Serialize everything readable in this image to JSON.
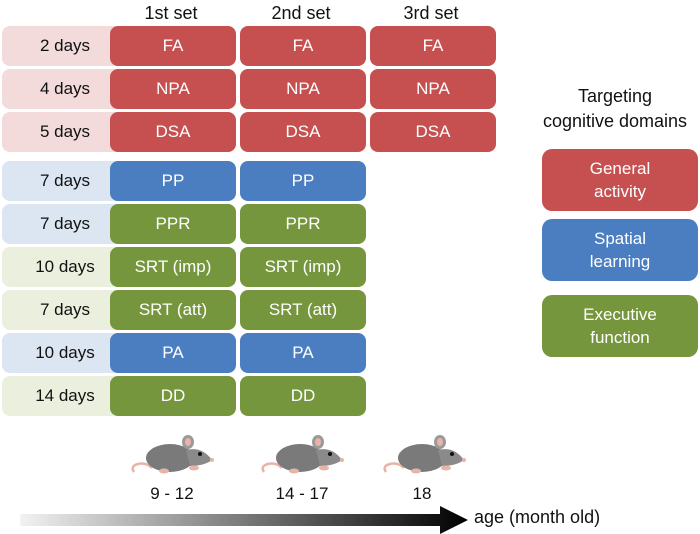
{
  "set_headers": [
    "1st set",
    "2nd set",
    "3rd set"
  ],
  "colors": {
    "general_activity": "#c5504f",
    "spatial_learning": "#4a7ec0",
    "executive_function": "#76963d",
    "day_pink": "#f3dadb",
    "day_blue": "#dce6f2",
    "day_green": "#ebf0de"
  },
  "tests": [
    {
      "days": "2 days",
      "test": "FA",
      "domain": "general_activity",
      "sets": [
        1,
        2,
        3
      ]
    },
    {
      "days": "4 days",
      "test": "NPA",
      "domain": "general_activity",
      "sets": [
        1,
        2,
        3
      ]
    },
    {
      "days": "5 days",
      "test": "DSA",
      "domain": "general_activity",
      "sets": [
        1,
        2,
        3
      ]
    },
    {
      "days": "7 days",
      "test": "PP",
      "domain": "spatial_learning",
      "sets": [
        1,
        2
      ]
    },
    {
      "days": "7 days",
      "test": "PPR",
      "domain": "executive_function",
      "sets": [
        1,
        2
      ]
    },
    {
      "days": "10 days",
      "test": "SRT (imp)",
      "domain": "executive_function",
      "sets": [
        1,
        2
      ]
    },
    {
      "days": "7 days",
      "test": "SRT (att)",
      "domain": "executive_function",
      "sets": [
        1,
        2
      ]
    },
    {
      "days": "10 days",
      "test": "PA",
      "domain": "spatial_learning",
      "sets": [
        1,
        2
      ]
    },
    {
      "days": "14 days",
      "test": "DD",
      "domain": "executive_function",
      "sets": [
        1,
        2
      ]
    }
  ],
  "legend": {
    "title_line1": "Targeting",
    "title_line2": "cognitive domains",
    "items": [
      {
        "label": "General\nactivity",
        "domain": "general_activity"
      },
      {
        "label": "Spatial\nlearning",
        "domain": "spatial_learning"
      },
      {
        "label": "Executive\nfunction",
        "domain": "executive_function"
      }
    ]
  },
  "ages": [
    "9 - 12",
    "14 - 17",
    "18"
  ],
  "axis_label": "age (month old)",
  "icons": {
    "mouse": "rat-icon",
    "arrow": "gradient-arrow-icon"
  }
}
